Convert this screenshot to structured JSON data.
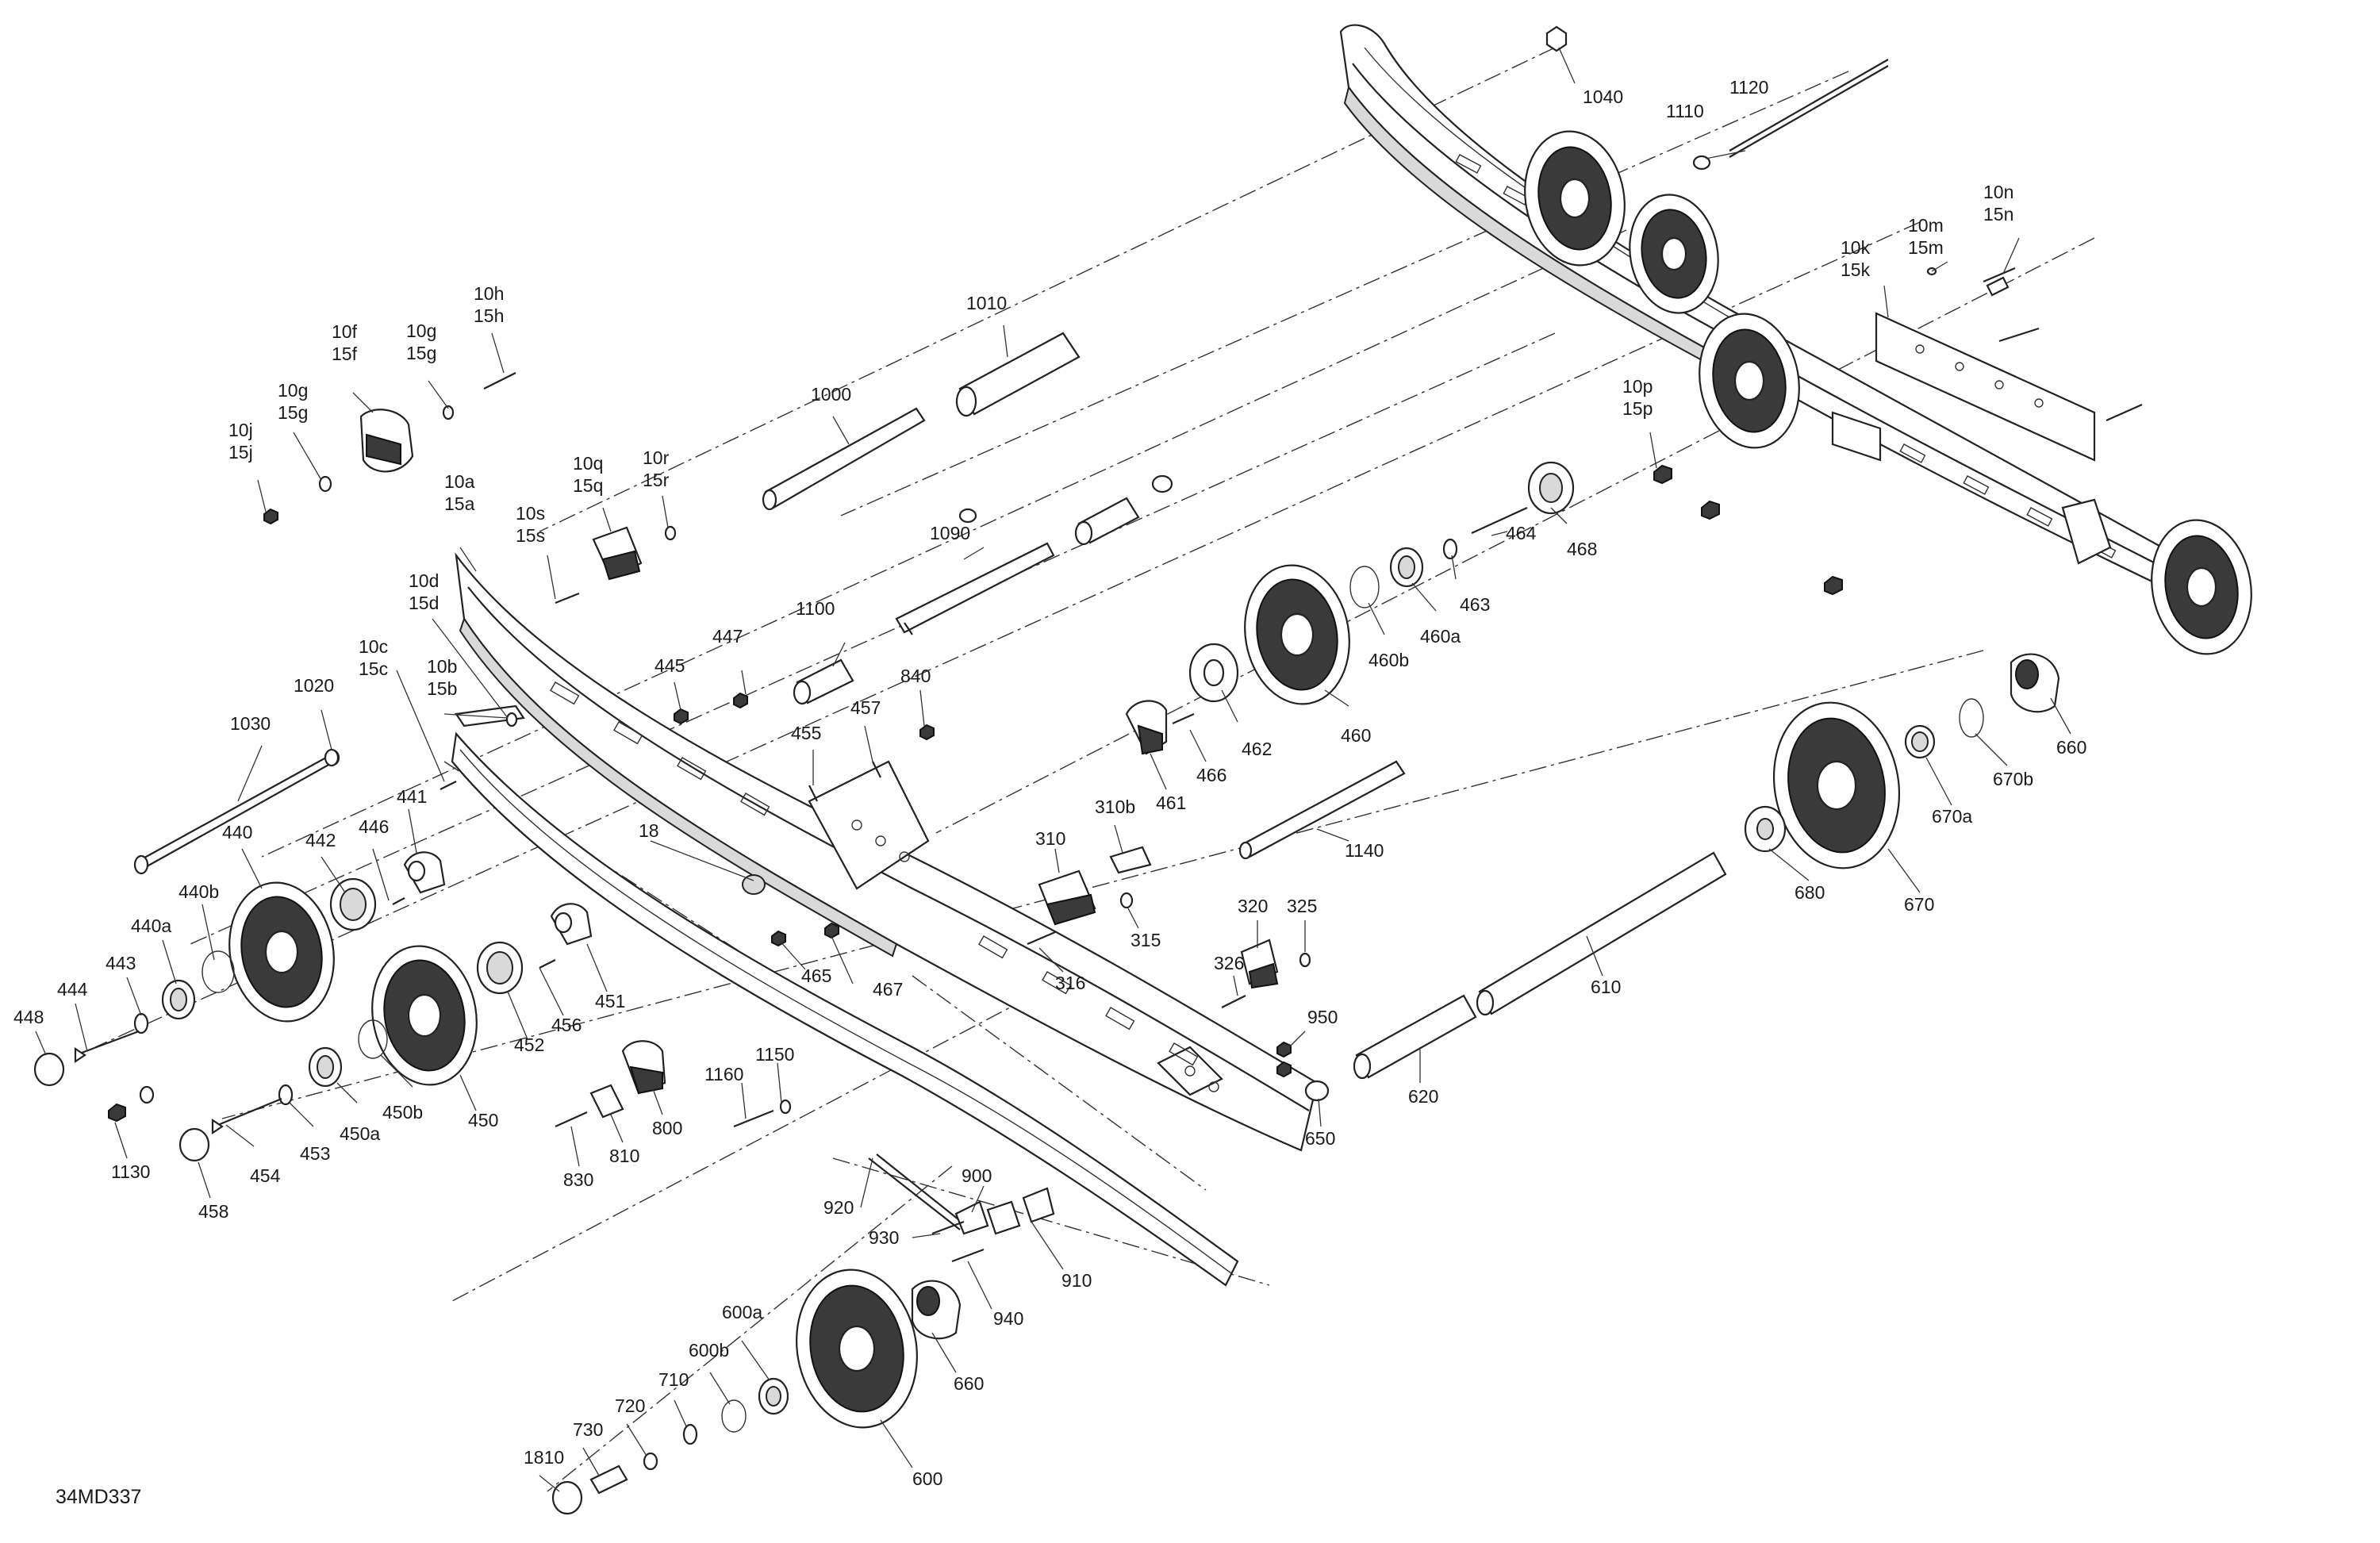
{
  "drawing": {
    "reference": "34MD337",
    "callouts": [
      {
        "id": "c-1040",
        "lines": [
          "1040"
        ]
      },
      {
        "id": "c-1120",
        "lines": [
          "1120"
        ]
      },
      {
        "id": "c-1110",
        "lines": [
          "1110"
        ]
      },
      {
        "id": "c-10n",
        "lines": [
          "10n",
          "15n"
        ]
      },
      {
        "id": "c-10m",
        "lines": [
          "10m",
          "15m"
        ]
      },
      {
        "id": "c-10k",
        "lines": [
          "10k",
          "15k"
        ]
      },
      {
        "id": "c-10p",
        "lines": [
          "10p",
          "15p"
        ]
      },
      {
        "id": "c-1010",
        "lines": [
          "1010"
        ]
      },
      {
        "id": "c-1000",
        "lines": [
          "1000"
        ]
      },
      {
        "id": "c-10h",
        "lines": [
          "10h",
          "15h"
        ]
      },
      {
        "id": "c-10f",
        "lines": [
          "10f",
          "15f"
        ]
      },
      {
        "id": "c-10g-a",
        "lines": [
          "10g",
          "15g"
        ]
      },
      {
        "id": "c-10g-b",
        "lines": [
          "10g",
          "15g"
        ]
      },
      {
        "id": "c-10j",
        "lines": [
          "10j",
          "15j"
        ]
      },
      {
        "id": "c-10q",
        "lines": [
          "10q",
          "15q"
        ]
      },
      {
        "id": "c-10r",
        "lines": [
          "10r",
          "15r"
        ]
      },
      {
        "id": "c-10a",
        "lines": [
          "10a",
          "15a"
        ]
      },
      {
        "id": "c-10s",
        "lines": [
          "10s",
          "15s"
        ]
      },
      {
        "id": "c-10d",
        "lines": [
          "10d",
          "15d"
        ]
      },
      {
        "id": "c-10c",
        "lines": [
          "10c",
          "15c"
        ]
      },
      {
        "id": "c-10b",
        "lines": [
          "10b",
          "15b"
        ]
      },
      {
        "id": "c-1090",
        "lines": [
          "1090"
        ]
      },
      {
        "id": "c-464",
        "lines": [
          "464"
        ]
      },
      {
        "id": "c-468",
        "lines": [
          "468"
        ]
      },
      {
        "id": "c-463",
        "lines": [
          "463"
        ]
      },
      {
        "id": "c-460a",
        "lines": [
          "460a"
        ]
      },
      {
        "id": "c-460b",
        "lines": [
          "460b"
        ]
      },
      {
        "id": "c-460",
        "lines": [
          "460"
        ]
      },
      {
        "id": "c-462",
        "lines": [
          "462"
        ]
      },
      {
        "id": "c-466",
        "lines": [
          "466"
        ]
      },
      {
        "id": "c-461",
        "lines": [
          "461"
        ]
      },
      {
        "id": "c-1100",
        "lines": [
          "1100"
        ]
      },
      {
        "id": "c-447",
        "lines": [
          "447"
        ]
      },
      {
        "id": "c-445",
        "lines": [
          "445"
        ]
      },
      {
        "id": "c-840",
        "lines": [
          "840"
        ]
      },
      {
        "id": "c-457",
        "lines": [
          "457"
        ]
      },
      {
        "id": "c-455",
        "lines": [
          "455"
        ]
      },
      {
        "id": "c-1020",
        "lines": [
          "1020"
        ]
      },
      {
        "id": "c-1030",
        "lines": [
          "1030"
        ]
      },
      {
        "id": "c-441",
        "lines": [
          "441"
        ]
      },
      {
        "id": "c-446",
        "lines": [
          "446"
        ]
      },
      {
        "id": "c-442",
        "lines": [
          "442"
        ]
      },
      {
        "id": "c-440",
        "lines": [
          "440"
        ]
      },
      {
        "id": "c-440b",
        "lines": [
          "440b"
        ]
      },
      {
        "id": "c-440a",
        "lines": [
          "440a"
        ]
      },
      {
        "id": "c-443",
        "lines": [
          "443"
        ]
      },
      {
        "id": "c-444",
        "lines": [
          "444"
        ]
      },
      {
        "id": "c-448",
        "lines": [
          "448"
        ]
      },
      {
        "id": "c-18",
        "lines": [
          "18"
        ]
      },
      {
        "id": "c-465",
        "lines": [
          "465"
        ]
      },
      {
        "id": "c-467",
        "lines": [
          "467"
        ]
      },
      {
        "id": "c-451",
        "lines": [
          "451"
        ]
      },
      {
        "id": "c-456",
        "lines": [
          "456"
        ]
      },
      {
        "id": "c-452",
        "lines": [
          "452"
        ]
      },
      {
        "id": "c-450",
        "lines": [
          "450"
        ]
      },
      {
        "id": "c-450b",
        "lines": [
          "450b"
        ]
      },
      {
        "id": "c-450a",
        "lines": [
          "450a"
        ]
      },
      {
        "id": "c-453",
        "lines": [
          "453"
        ]
      },
      {
        "id": "c-454",
        "lines": [
          "454"
        ]
      },
      {
        "id": "c-1130",
        "lines": [
          "1130"
        ]
      },
      {
        "id": "c-458",
        "lines": [
          "458"
        ]
      },
      {
        "id": "c-310",
        "lines": [
          "310"
        ]
      },
      {
        "id": "c-310b",
        "lines": [
          "310b"
        ]
      },
      {
        "id": "c-315",
        "lines": [
          "315"
        ]
      },
      {
        "id": "c-316",
        "lines": [
          "316"
        ]
      },
      {
        "id": "c-1140",
        "lines": [
          "1140"
        ]
      },
      {
        "id": "c-320",
        "lines": [
          "320"
        ]
      },
      {
        "id": "c-325",
        "lines": [
          "325"
        ]
      },
      {
        "id": "c-326",
        "lines": [
          "326"
        ]
      },
      {
        "id": "c-950",
        "lines": [
          "950"
        ]
      },
      {
        "id": "c-650",
        "lines": [
          "650"
        ]
      },
      {
        "id": "c-620",
        "lines": [
          "620"
        ]
      },
      {
        "id": "c-610",
        "lines": [
          "610"
        ]
      },
      {
        "id": "c-680",
        "lines": [
          "680"
        ]
      },
      {
        "id": "c-670",
        "lines": [
          "670"
        ]
      },
      {
        "id": "c-670a",
        "lines": [
          "670a"
        ]
      },
      {
        "id": "c-670b",
        "lines": [
          "670b"
        ]
      },
      {
        "id": "c-660-a",
        "lines": [
          "660"
        ]
      },
      {
        "id": "c-800",
        "lines": [
          "800"
        ]
      },
      {
        "id": "c-810",
        "lines": [
          "810"
        ]
      },
      {
        "id": "c-830",
        "lines": [
          "830"
        ]
      },
      {
        "id": "c-1160",
        "lines": [
          "1160"
        ]
      },
      {
        "id": "c-1150",
        "lines": [
          "1150"
        ]
      },
      {
        "id": "c-920",
        "lines": [
          "920"
        ]
      },
      {
        "id": "c-900",
        "lines": [
          "900"
        ]
      },
      {
        "id": "c-930",
        "lines": [
          "930"
        ]
      },
      {
        "id": "c-910",
        "lines": [
          "910"
        ]
      },
      {
        "id": "c-940",
        "lines": [
          "940"
        ]
      },
      {
        "id": "c-660-b",
        "lines": [
          "660"
        ]
      },
      {
        "id": "c-600a",
        "lines": [
          "600a"
        ]
      },
      {
        "id": "c-600b",
        "lines": [
          "600b"
        ]
      },
      {
        "id": "c-710",
        "lines": [
          "710"
        ]
      },
      {
        "id": "c-720",
        "lines": [
          "720"
        ]
      },
      {
        "id": "c-730",
        "lines": [
          "730"
        ]
      },
      {
        "id": "c-1810",
        "lines": [
          "1810"
        ]
      },
      {
        "id": "c-600",
        "lines": [
          "600"
        ]
      }
    ]
  }
}
